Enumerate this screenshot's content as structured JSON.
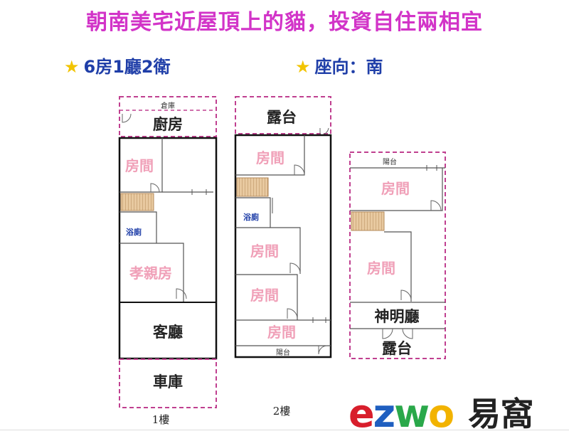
{
  "title": "朝南美宅近屋頂上的貓，投資自住兩相宜",
  "specs": {
    "layout": "6房1廳2衛",
    "orientation": "座向：南"
  },
  "floor1": {
    "balcony_small": "倉庫",
    "kitchen": "廚房",
    "room": "房間",
    "bath": "浴廁",
    "parents_room": "孝親房",
    "living": "客廳",
    "garage": "車庫",
    "label": "1樓"
  },
  "floor2": {
    "balcony": "露台",
    "room1": "房間",
    "bath": "浴廁",
    "room2": "房間",
    "room3": "房間",
    "room4": "房間",
    "back_balcony": "陽台",
    "label": "2樓"
  },
  "floor3": {
    "back_balcony": "陽台",
    "room1": "房間",
    "room2": "房間",
    "shrine": "神明廳",
    "balcony": "露台"
  },
  "logo": {
    "brand_latin": "ezwo",
    "brand_cn": "易窩"
  },
  "colors": {
    "title": "#d234c8",
    "spec": "#1f3ea8",
    "star": "#f2c400",
    "dashed": "#c04090",
    "room_label": "#f0a0b8"
  }
}
